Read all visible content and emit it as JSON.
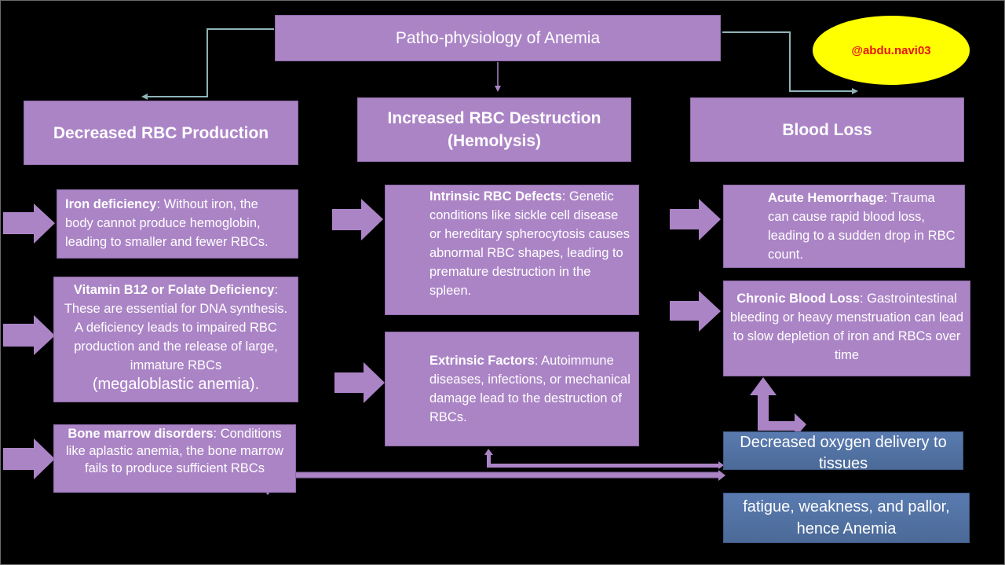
{
  "title": "Patho-physiology of Anemia",
  "watermark": "@abdu.navi03",
  "colors": {
    "box_purple": "#ab84c6",
    "box_blue": "#5a7bb0",
    "connector_teal": "#8fb3b8",
    "watermark_bg": "#ffff00",
    "watermark_text": "#e8150c",
    "background": "#000000"
  },
  "columns": [
    {
      "heading": "Decreased RBC Production",
      "items": [
        {
          "term": "Iron deficiency",
          "text": ": Without iron, the body cannot produce hemoglobin, leading to smaller and fewer RBCs."
        },
        {
          "term": "Vitamin B12 or Folate Deficiency",
          "text": ": These are essential for DNA synthesis. A deficiency leads to impaired RBC production and the release of large, immature RBCs",
          "emphasis": "(megaloblastic anemia)."
        },
        {
          "term": "Bone marrow disorders",
          "text": ": Conditions like aplastic anemia, the bone marrow fails to produce sufficient RBCs"
        }
      ]
    },
    {
      "heading_line1": "Increased RBC Destruction",
      "heading_line2": "(Hemolysis)",
      "items": [
        {
          "term": "Intrinsic RBC Defects",
          "text": ": Genetic conditions like sickle cell disease or hereditary spherocytosis causes abnormal RBC shapes, leading to premature destruction in the spleen."
        },
        {
          "term": "Extrinsic Factors",
          "text": ": Autoimmune diseases, infections, or mechanical damage lead to the destruction of RBCs."
        }
      ]
    },
    {
      "heading": "Blood Loss",
      "items": [
        {
          "term": "Acute Hemorrhage",
          "text": ": Trauma can cause rapid blood loss, leading to a sudden drop in RBC count."
        },
        {
          "term": "Chronic Blood Loss",
          "text": ": Gastrointestinal bleeding or heavy menstruation can lead to slow depletion of iron and RBCs over time"
        }
      ]
    }
  ],
  "outcomes": {
    "oxygen": "Decreased oxygen delivery to tissues",
    "result": "fatigue, weakness, and pallor, hence Anemia"
  }
}
